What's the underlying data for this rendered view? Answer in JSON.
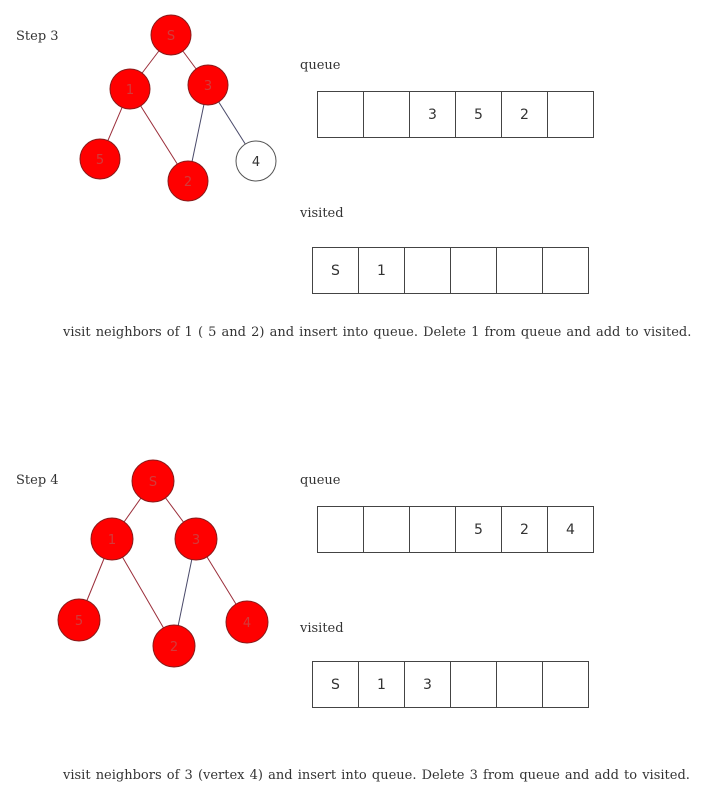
{
  "steps": [
    {
      "label": "Step 3",
      "queue_label": "queue",
      "visited_label": "visited",
      "queue": [
        "",
        "",
        "3",
        "5",
        "2",
        ""
      ],
      "visited": [
        "S",
        "1",
        "",
        "",
        "",
        ""
      ],
      "caption": "visit neighbors of 1 ( 5 and 2) and insert into queue. Delete 1 from queue and add to visited.",
      "nodes": [
        {
          "id": "S",
          "label": "S",
          "visited": true
        },
        {
          "id": "1",
          "label": "1",
          "visited": true
        },
        {
          "id": "3",
          "label": "3",
          "visited": true
        },
        {
          "id": "5",
          "label": "5",
          "visited": true
        },
        {
          "id": "2",
          "label": "2",
          "visited": true
        },
        {
          "id": "4",
          "label": "4",
          "visited": false
        }
      ],
      "edges": [
        [
          "S",
          "1"
        ],
        [
          "S",
          "3"
        ],
        [
          "1",
          "5"
        ],
        [
          "1",
          "2"
        ],
        [
          "3",
          "2"
        ],
        [
          "3",
          "4"
        ]
      ]
    },
    {
      "label": "Step 4",
      "queue_label": "queue",
      "visited_label": "visited",
      "queue": [
        "",
        "",
        "",
        "5",
        "2",
        "4"
      ],
      "visited": [
        "S",
        "1",
        "3",
        "",
        "",
        ""
      ],
      "caption": "visit neighbors of 3 (vertex 4) and insert into queue. Delete 3 from queue and add to visited.",
      "nodes": [
        {
          "id": "S",
          "label": "S",
          "visited": true
        },
        {
          "id": "1",
          "label": "1",
          "visited": true
        },
        {
          "id": "3",
          "label": "3",
          "visited": true
        },
        {
          "id": "5",
          "label": "5",
          "visited": true
        },
        {
          "id": "2",
          "label": "2",
          "visited": true
        },
        {
          "id": "4",
          "label": "4",
          "visited": true
        }
      ],
      "edges": [
        [
          "S",
          "1"
        ],
        [
          "S",
          "3"
        ],
        [
          "1",
          "5"
        ],
        [
          "1",
          "2"
        ],
        [
          "3",
          "2"
        ],
        [
          "3",
          "4"
        ]
      ]
    }
  ],
  "colors": {
    "visited_fill": "#ff0000",
    "visited_stroke": "#8a1a1a",
    "unvisited_fill": "#ffffff",
    "unvisited_stroke": "#555555",
    "edge_visited": "#9b2e3a",
    "edge_default": "#4a4a6a",
    "visited_label": "#d33a3a"
  }
}
